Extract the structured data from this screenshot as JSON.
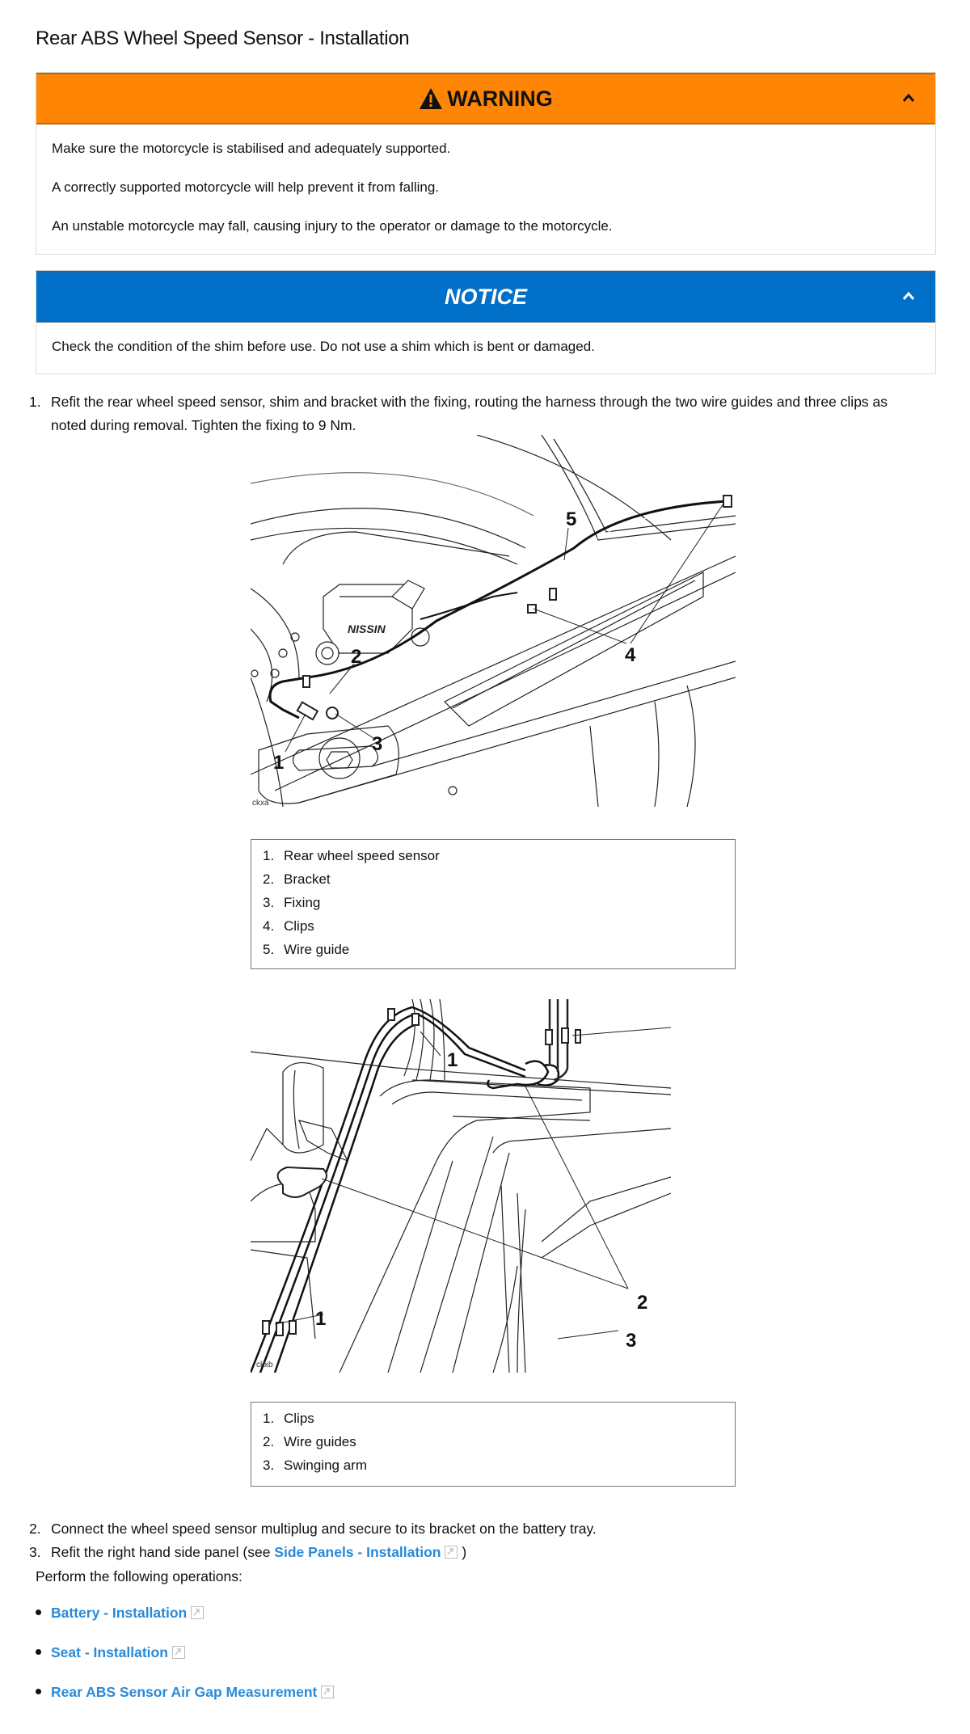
{
  "title": "Rear ABS Wheel Speed Sensor - Installation",
  "warning": {
    "label": "WARNING",
    "icon": "warning-triangle-icon",
    "color": "#ff8505",
    "lines": [
      "Make sure the motorcycle is stabilised and adequately supported.",
      "A correctly supported motorcycle will help prevent it from falling.",
      "An unstable motorcycle may fall, causing injury to the operator or damage to the motorcycle."
    ]
  },
  "notice": {
    "label": "NOTICE",
    "color": "#0070c9",
    "lines": [
      "Check the condition of the shim before use. Do not use a shim which is bent or damaged."
    ]
  },
  "steps": [
    {
      "num": "1.",
      "line1": "Refit the rear wheel speed sensor, shim and bracket with the fixing, routing the harness through the two wire guides and three clips as",
      "line2": "noted during removal. Tighten the fixing to 9 Nm."
    },
    {
      "num": "2.",
      "text": "Connect the wheel speed sensor multiplug and secure to its bracket on the battery tray."
    },
    {
      "num": "3.",
      "text_before": "Refit the right hand side panel (see ",
      "link": "Side Panels - Installation",
      "text_after": ")"
    }
  ],
  "figure1": {
    "code": "ckxa",
    "callouts": [
      "1",
      "2",
      "3",
      "4",
      "5"
    ],
    "legend": [
      {
        "num": "1.",
        "label": "Rear wheel speed sensor"
      },
      {
        "num": "2.",
        "label": "Bracket"
      },
      {
        "num": "3.",
        "label": "Fixing"
      },
      {
        "num": "4.",
        "label": "Clips"
      },
      {
        "num": "5.",
        "label": "Wire guide"
      }
    ],
    "caliper_text": "NISSIN"
  },
  "figure2": {
    "code": "ckxb",
    "callouts": [
      "1",
      "1",
      "1",
      "2",
      "3"
    ],
    "legend": [
      {
        "num": "1.",
        "label": "Clips"
      },
      {
        "num": "2.",
        "label": "Wire guides"
      },
      {
        "num": "3.",
        "label": "Swinging arm"
      }
    ]
  },
  "operations": {
    "intro": "Perform the following operations:",
    "links": [
      "Battery - Installation",
      "Seat - Installation",
      "Rear ABS Sensor Air Gap Measurement"
    ]
  },
  "link_color": "#2a8ad8"
}
